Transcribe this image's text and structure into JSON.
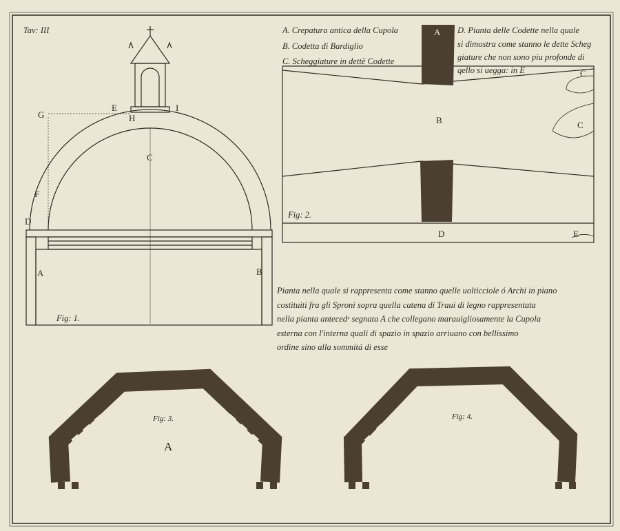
{
  "plate": {
    "number": "Tav: III"
  },
  "legend": {
    "a": "A. Crepatura antica della Cupola",
    "b": "B. Codetta di Bardiglio",
    "c": "C. Scheggiature in dettē Codette",
    "d_lines": [
      "D. Pianta delle Codette nella quale",
      "si dimostra come stanno le dette Scheg",
      "giature che non sono piu profonde di",
      "qello si uegga: in E"
    ]
  },
  "fig1": {
    "label": "Fig: 1.",
    "letters": {
      "A": "A",
      "B": "B",
      "C": "C",
      "D": "D",
      "E": "E",
      "F": "F",
      "G": "G",
      "H": "H",
      "I": "I"
    }
  },
  "fig2": {
    "label": "Fig: 2.",
    "letters": {
      "A": "A",
      "B": "B",
      "C": "C",
      "D": "D",
      "E": "E"
    }
  },
  "fig3": {
    "label": "Fig: 3.",
    "letter": "A"
  },
  "fig4": {
    "label": "Fig: 4."
  },
  "caption": {
    "lines": [
      "Pianta nella quale si rappresenta come stanno quelle uolticciole ó Archi in piano",
      "costituiti fra gli Sproni sopra quella catena di Traui di legno rappresentata",
      "nella pianta antecedᵉ segnata A che collegano marauigliosamente la Cupola",
      "esterna con l'interna quali di spazio in spazio arriuano con bellissimo",
      "ordine sino alla sommitá di esse"
    ]
  },
  "colors": {
    "paper": "#ece6d6",
    "ink": "#2e2a22",
    "hatch": "#4a3f30"
  }
}
